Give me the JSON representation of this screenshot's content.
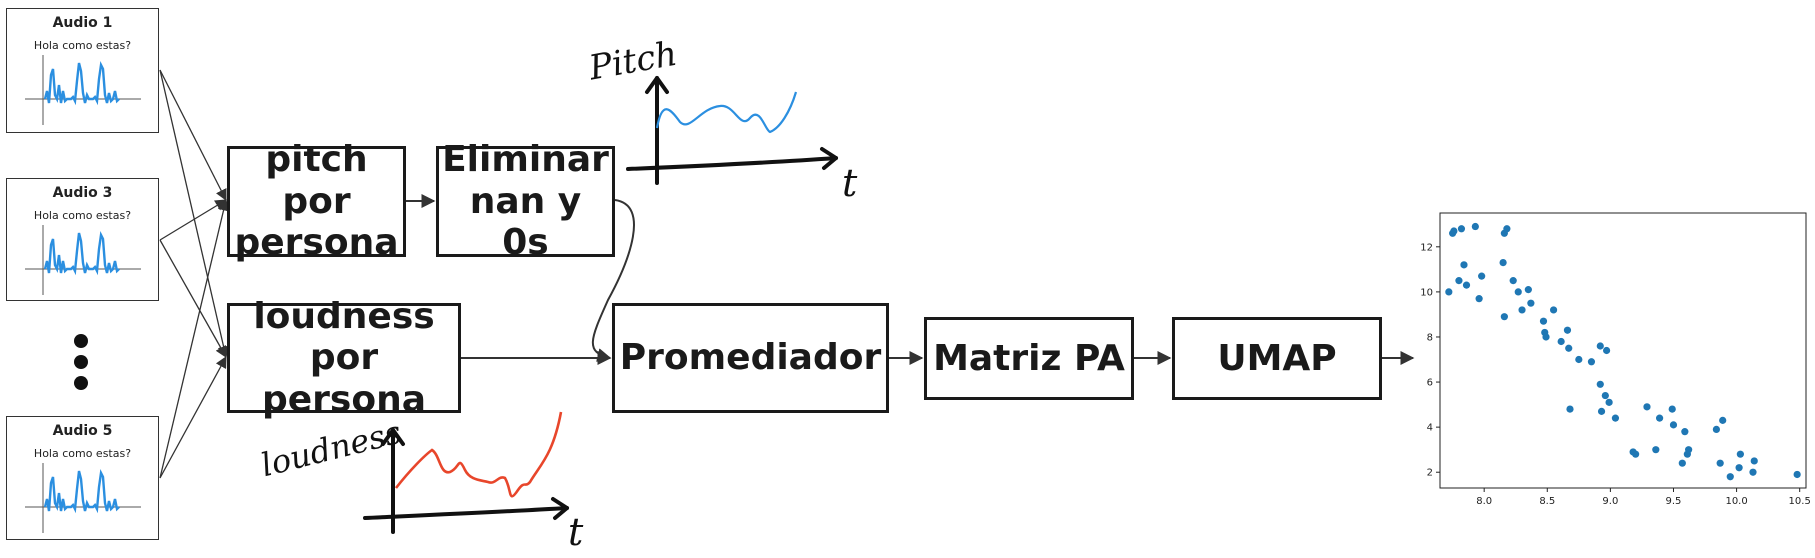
{
  "audio_cards": [
    {
      "title": "Audio 1",
      "subtitle": "Hola como estas?"
    },
    {
      "title": "Audio 3",
      "subtitle": "Hola como estas?"
    },
    {
      "title": "Audio 5",
      "subtitle": "Hola como estas?"
    }
  ],
  "boxes": {
    "pitch": "pitch por persona",
    "eliminar": "Eliminar nan y 0s",
    "loudness": "loudness por persona",
    "promediador": "Promediador",
    "matriz": "Matriz PA",
    "umap": "UMAP"
  },
  "sketch_labels": {
    "pitch_axis": "Pitch",
    "loudness_axis": "loudness",
    "time_axis": "t"
  },
  "colors": {
    "waveform": "#2b8fe0",
    "pitch_curve": "#2b8fe0",
    "loudness_curve": "#e8462b",
    "scatter_points": "#1f77b4"
  },
  "chart_data": {
    "type": "scatter",
    "title": "",
    "xlabel": "",
    "ylabel": "",
    "xlim": [
      7.65,
      10.55
    ],
    "ylim": [
      1.3,
      13.5
    ],
    "xticks": [
      "8.0",
      "8.5",
      "9.0",
      "9.5",
      "10.0",
      "10.5"
    ],
    "yticks": [
      "2",
      "4",
      "6",
      "8",
      "10",
      "12"
    ],
    "points": [
      [
        7.72,
        10.0
      ],
      [
        7.75,
        12.6
      ],
      [
        7.76,
        12.7
      ],
      [
        7.8,
        10.5
      ],
      [
        7.82,
        12.8
      ],
      [
        7.84,
        11.2
      ],
      [
        7.86,
        10.3
      ],
      [
        7.93,
        12.9
      ],
      [
        7.96,
        9.7
      ],
      [
        7.98,
        10.7
      ],
      [
        8.15,
        11.3
      ],
      [
        8.16,
        8.9
      ],
      [
        8.16,
        12.6
      ],
      [
        8.18,
        12.8
      ],
      [
        8.23,
        10.5
      ],
      [
        8.27,
        10.0
      ],
      [
        8.3,
        9.2
      ],
      [
        8.35,
        10.1
      ],
      [
        8.37,
        9.5
      ],
      [
        8.47,
        8.7
      ],
      [
        8.48,
        8.2
      ],
      [
        8.49,
        8.0
      ],
      [
        8.55,
        9.2
      ],
      [
        8.61,
        7.8
      ],
      [
        8.66,
        8.3
      ],
      [
        8.67,
        7.5
      ],
      [
        8.68,
        4.8
      ],
      [
        8.75,
        7.0
      ],
      [
        8.85,
        6.9
      ],
      [
        8.92,
        5.9
      ],
      [
        8.92,
        7.6
      ],
      [
        8.93,
        4.7
      ],
      [
        8.96,
        5.4
      ],
      [
        8.97,
        7.4
      ],
      [
        8.99,
        5.1
      ],
      [
        9.04,
        4.4
      ],
      [
        9.18,
        2.9
      ],
      [
        9.2,
        2.8
      ],
      [
        9.29,
        4.9
      ],
      [
        9.36,
        3.0
      ],
      [
        9.39,
        4.4
      ],
      [
        9.49,
        4.8
      ],
      [
        9.5,
        4.1
      ],
      [
        9.57,
        2.4
      ],
      [
        9.59,
        3.8
      ],
      [
        9.61,
        2.8
      ],
      [
        9.62,
        3.0
      ],
      [
        9.84,
        3.9
      ],
      [
        9.87,
        2.4
      ],
      [
        9.89,
        4.3
      ],
      [
        9.95,
        1.8
      ],
      [
        10.02,
        2.2
      ],
      [
        10.03,
        2.8
      ],
      [
        10.13,
        2.0
      ],
      [
        10.14,
        2.5
      ],
      [
        10.48,
        1.9
      ]
    ]
  }
}
